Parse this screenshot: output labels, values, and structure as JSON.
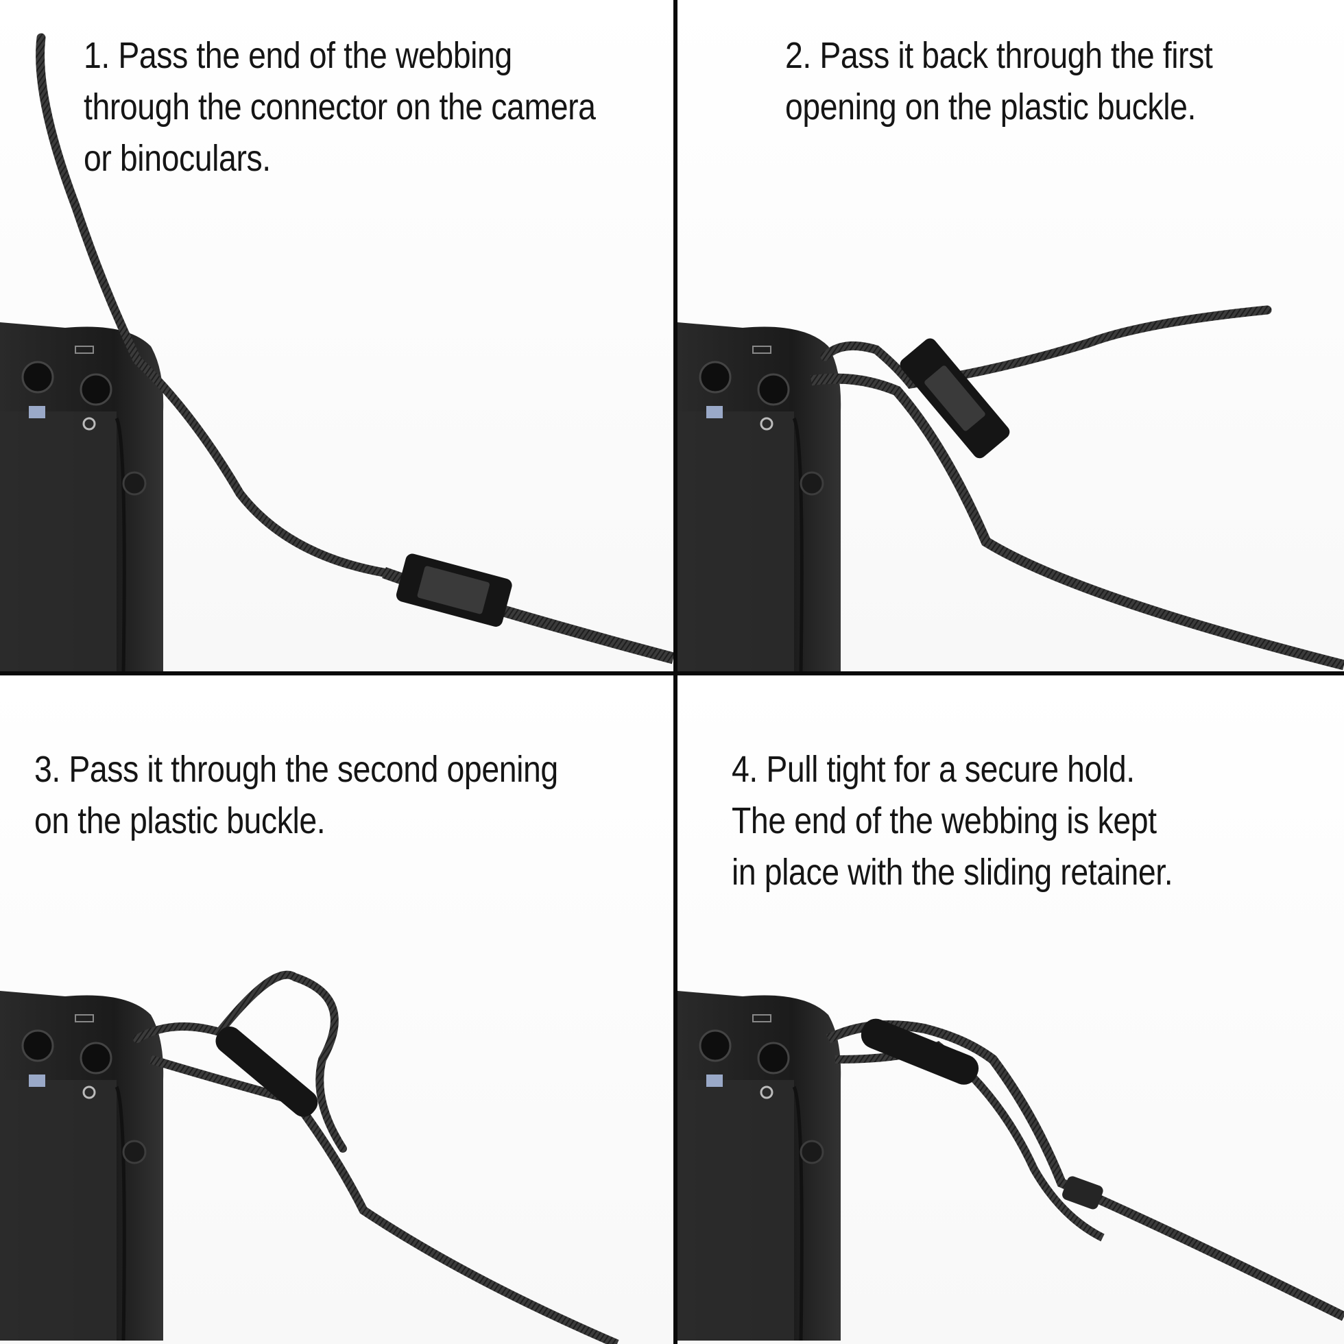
{
  "steps": [
    {
      "caption": "1. Pass the end of the webbing\nthrough the connector on the camera\nor binoculars."
    },
    {
      "caption": "2. Pass it back through the first\nopening on the plastic buckle."
    },
    {
      "caption": "3. Pass it through the second opening\non the plastic buckle."
    },
    {
      "caption": "4. Pull tight for a secure hold.\nThe end of the webbing is kept\nin place with the sliding retainer."
    }
  ],
  "colors": {
    "camera_body": "#1e1e1e",
    "strap": "#3a3a3a",
    "divider": "#0a0a0a"
  }
}
